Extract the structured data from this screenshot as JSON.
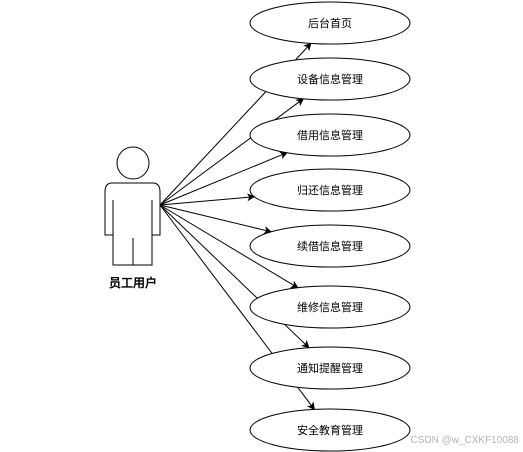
{
  "actor": {
    "name": "员工用户"
  },
  "use_cases": [
    {
      "label": "后台首页"
    },
    {
      "label": "设备信息管理"
    },
    {
      "label": "借用信息管理"
    },
    {
      "label": "归还信息管理"
    },
    {
      "label": "续借信息管理"
    },
    {
      "label": "维修信息管理"
    },
    {
      "label": "通知提醒管理"
    },
    {
      "label": "安全教育管理"
    }
  ],
  "watermark": "CSDN @w_CXKF10088"
}
